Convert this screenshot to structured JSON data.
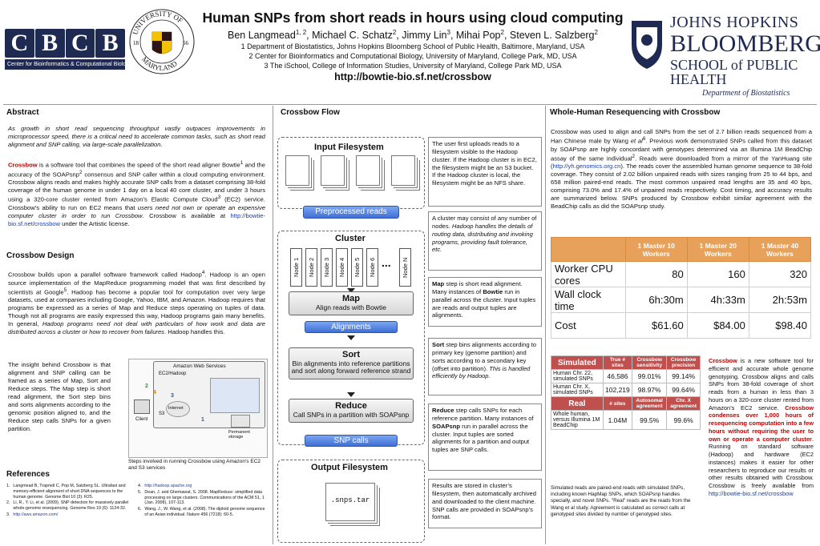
{
  "header": {
    "title": "Human SNPs from short reads in hours using cloud computing",
    "authors": "Ben Langmead1, 2, Michael C. Schatz2, Jimmy Lin3, Mihai Pop2, Steven L. Salzberg2",
    "affil1": "1 Department of Biostatistics, Johns Hopkins Bloomberg School of Public Health, Baltimore, Maryland, USA",
    "affil2": "2 Center for Bioinformatics and Computational Biology, University of Maryland, College Park, MD, USA",
    "affil3": "3 The iSchool, College of Information Studies, University of Maryland, College Park MD, USA",
    "url": "http://bowtie-bio.sf.net/crossbow"
  },
  "logos": {
    "cbcb_letters": [
      "C",
      "B",
      "C",
      "B"
    ],
    "cbcb_sub": "Center for Bioinformatics & Computational Biology",
    "umd_text": "UNIVERSITY OF MARYLAND",
    "umd_years": [
      "18",
      "56"
    ],
    "jhu_line1": "JOHNS HOPKINS",
    "jhu_line2": "BLOOMBERG",
    "jhu_line3": "SCHOOL of PUBLIC HEALTH",
    "jhu_dept": "Department of Biostatistics"
  },
  "abstract": {
    "title": "Abstract",
    "intro": "As growth in short read sequencing throughput vastly outpaces improvements in microprocessor speed, there is a critical need to accelerate common tasks, such as short read alignment and SNP calling, via large-scale parallelization.",
    "p1_name": "Crossbow",
    "p1_a": " is a software tool that combines the speed of the short read aligner Bowtie",
    "p1_b": " and the accuracy of the SOAPsnp",
    "p1_c": " consensus and SNP caller within a cloud computing environment. Crossbow aligns reads and makes highly accurate SNP calls from a dataset comprising 38-fold coverage of the human genome in under 1 day on a local 40 core cluster, and under 3 hours using a 320-core cluster rented from Amazon’s Elastic Compute Cloud",
    "p1_d": " (EC2) service.  Crossbow’s ability to run on EC2 means that ",
    "p1_it": "users need not own or operate an expensive computer cluster in order to run Crossbow",
    "p1_e": ".  Crossbow is available at ",
    "p1_link": "http://bowtie-bio.sf.net/crossbow",
    "p1_f": " under the Artistic license.",
    "sup1": "1",
    "sup2": "2",
    "sup3": "3"
  },
  "design": {
    "title": "Crossbow Design",
    "p1_a": "Crossbow builds upon a parallel software framework called Hadoop",
    "sup4": "4",
    "p1_b": ".  Hadoop is an open source implementation of the MapReduce programming model that was first described by scientists at Google",
    "sup5": "5",
    "p1_c": ".  Hadoop has become a popular tool for computation over very large datasets, used at companies including Google, Yahoo, IBM, and Amazon.  Hadoop requires that programs be expressed as a series of Map and Reduce steps operating on tuples of data.  Though not all programs are easily expressed this way, Hadoop programs gain many benefits.  In general, ",
    "p1_it": "Hadoop programs need not deal with particulars of how work and data are distributed across a cluster or how to recover from failures",
    "p1_d": ".  Hadoop handles this.",
    "p2": "The insight behind Crossbow is that alignment and SNP calling can be framed as a series of Map, Sort and Reduce steps. The Map step is short read alignment, the Sort step bins and sorts alignments according to the genomic position aligned to, and the Reduce step calls SNPs for a given partition.",
    "caption": "Steps involved in running Crossbow using Amazon’s EC2 and S3 services",
    "aws": {
      "title": "Amazon Web Services",
      "ec2": "EC2/Hadoop",
      "s3": "S3",
      "internet": "Internet",
      "client": "Client",
      "storage": "Permanent storage",
      "steps": [
        "1",
        "2",
        "3",
        "4"
      ]
    }
  },
  "references": {
    "title": "References",
    "left": [
      {
        "n": "1.",
        "text": "Langmead B, Trapnell C, Pop M, Salzberg SL. Ultrafast and memory-efficient alignment of short DNA sequences to the human genome. Genome Biol 10 (3): R25."
      },
      {
        "n": "2.",
        "text": "Li, R., Y. Li, et al. (2009). SNP detection for massively parallel whole-genome resequencing. Genome Res 19 (6): 1124-32."
      },
      {
        "n": "3.",
        "text": "http://aws.amazon.com/"
      }
    ],
    "right": [
      {
        "n": "4.",
        "text": "http://hadoop.apache.org"
      },
      {
        "n": "5.",
        "text": "Dean, J. and Ghemawat, S. 2008. MapReduce: simplified data processing on large clusters. Communications of the ACM 51, 1 (Jan. 2008), 107-113."
      },
      {
        "n": "6.",
        "text": "Wang, J., W. Wang, et al. (2008). The diploid genome sequence of an Asian individual. Nature 456 (7218): 60-5."
      }
    ]
  },
  "flow": {
    "title": "Crossbow Flow",
    "input_fs": "Input Filesystem",
    "preprocessed": "Preprocessed reads",
    "cluster": "Cluster",
    "nodes": [
      "Node 1",
      "Node 2",
      "Node 3",
      "Node 4",
      "Node 5",
      "Node 6",
      "Node N"
    ],
    "ellipsis": "...",
    "map_h": "Map",
    "map_sub": "Align reads with Bowtie",
    "alignments": "Alignments",
    "sort_h": "Sort",
    "sort_sub": "Bin alignments into reference partitions and sort along forward reference strand",
    "reduce_h": "Reduce",
    "reduce_sub": "Call SNPs in a partition with SOAPsnp",
    "snp_calls": "SNP calls",
    "output_fs": "Output Filesystem",
    "output_file": ".snps.tar",
    "notes": {
      "n1": "The user first uploads reads to a filesystem visible to the Hadoop cluster.  If the Hadoop cluster is in EC2, the filesystem might be an S3 bucket.  If the Hadoop cluster is local, the filesystem might be an NFS share.",
      "n2_a": "A cluster may consist of any number of nodes.  ",
      "n2_it": "Hadoop handles the details of routing data, distributing and invoking programs, providing fault tolerance, etc.",
      "n3_h": "Map",
      "n3_a": " step is short read alignment.  Many instances of ",
      "n3_b": "Bowtie",
      "n3_c": " run in parallel across the cluster.  Input tuples are reads and output tuples are alignments.",
      "n4_h": "Sort",
      "n4_a": " step bins alignments according to primary key (genome partition) and sorts according to a secondary key (offset into partition).  ",
      "n4_it": "This is handled efficiently by Hadoop",
      "n4_b": ".",
      "n5_h": "Reduce",
      "n5_a": " step calls SNPs for each reference partition.  Many instances of ",
      "n5_b": "SOAPsnp",
      "n5_c": " run in parallel across the cluster.  Input tuples are sorted alignments for a partition and output tuples are SNP calls.",
      "n6": "Results are stored in cluster’s filesystem, then automatically archived and downloaded to the client machine.  SNP calls are provided in SOAPsnp’s format."
    }
  },
  "resequencing": {
    "title": "Whole-Human Resequencing with Crossbow",
    "p1_a": "Crossbow was used to align and call SNPs from the set of 2.7 billion reads sequenced from a Han Chinese male by Wang ",
    "p1_it": "et al",
    "sup6": "6",
    "p1_b": ".  Previous work demonstrated SNPs called from this dataset by SOAPsnp are highly concordant with genotypes determined via an Illumina 1M BeadChip assay of the same individual",
    "sup2": "2",
    "p1_c": ".  Reads were downloaded from a mirror of the YanHuang site (",
    "p1_link": "http://yh.genomics.org.cn",
    "p1_d": ").  The reads cover the assembled human genome sequence to 38-fold coverage.  They consist of 2.02 billion unpaired reads with sizes ranging from 25 to 44 bps, and 658 million paired-end reads.  The most common unpaired read lengths are 35 and 40 bps, comprising 73.0% and 17.4% of unpaired reads respectively.  Cost timing, and accuracy results are summarized below. SNPs produced by Crossbow exhibit similar agreement with the BeadChip calls as did the SOAPsnp study.",
    "timing_table": {
      "headers": [
        "",
        "1 Master 10 Workers",
        "1 Master 20 Workers",
        "1 Master 40 Workers"
      ],
      "rows": [
        [
          "Worker CPU cores",
          "80",
          "160",
          "320"
        ],
        [
          "Wall clock time",
          "6h:30m",
          "4h:33m",
          "2h:53m"
        ],
        [
          "Cost",
          "$61.60",
          "$84.00",
          "$98.40"
        ]
      ],
      "header_color": "#e8a15b"
    },
    "accuracy_table": {
      "sim_header": [
        "Simulated",
        "True # sites",
        "Crossbow sensitivity",
        "Crossbow precision"
      ],
      "sim_rows": [
        [
          "Human Chr. 22, simulated SNPs",
          "46,586",
          "99.01%",
          "99.14%"
        ],
        [
          "Human Chr. X, simulated SNPs",
          "102,219",
          "98.97%",
          "99.64%"
        ]
      ],
      "real_header": [
        "Real",
        "# sites",
        "Autosomal agreement",
        "Chr. X agreement"
      ],
      "real_rows": [
        [
          "Whole human, versus Illumina 1M BeadChip",
          "1.04M",
          "99.5%",
          "99.6%"
        ]
      ],
      "header_color": "#c0504d"
    },
    "table_note": "Simulated reads are paired-end reads with simulated SNPs, including known HapMap SNPs, which SOAPsnp handles specially, and novel SNPs.  \"Real\" reads are the reads from the Wang et al study.  Agreement is calculated as correct calls at genotyped sites divided by number of genotyped sites.",
    "summary_name": "Crossbow",
    "summary_a": " is a new software tool for efficient and accurate whole genome genotyping.  Crossbow aligns and calls SNPs from 38-fold coverage of short reads from a human in less than 3 hours on a 320-core cluster rented from Amazon’s EC2 service.  ",
    "summary_red": "Crossbow condenses over 1,000 hours of resequencing computation into a few hours without requiring the user to own or operate a computer cluster",
    "summary_b": ".  Running on standard software (Hadoop) and hardware (EC2 instances) makes it easier for other researchers to reproduce our results or other results obtained with Crossbow. Crossbow is freely available from ",
    "summary_link": "http://bowtie-bio.sf.net/crossbow"
  }
}
